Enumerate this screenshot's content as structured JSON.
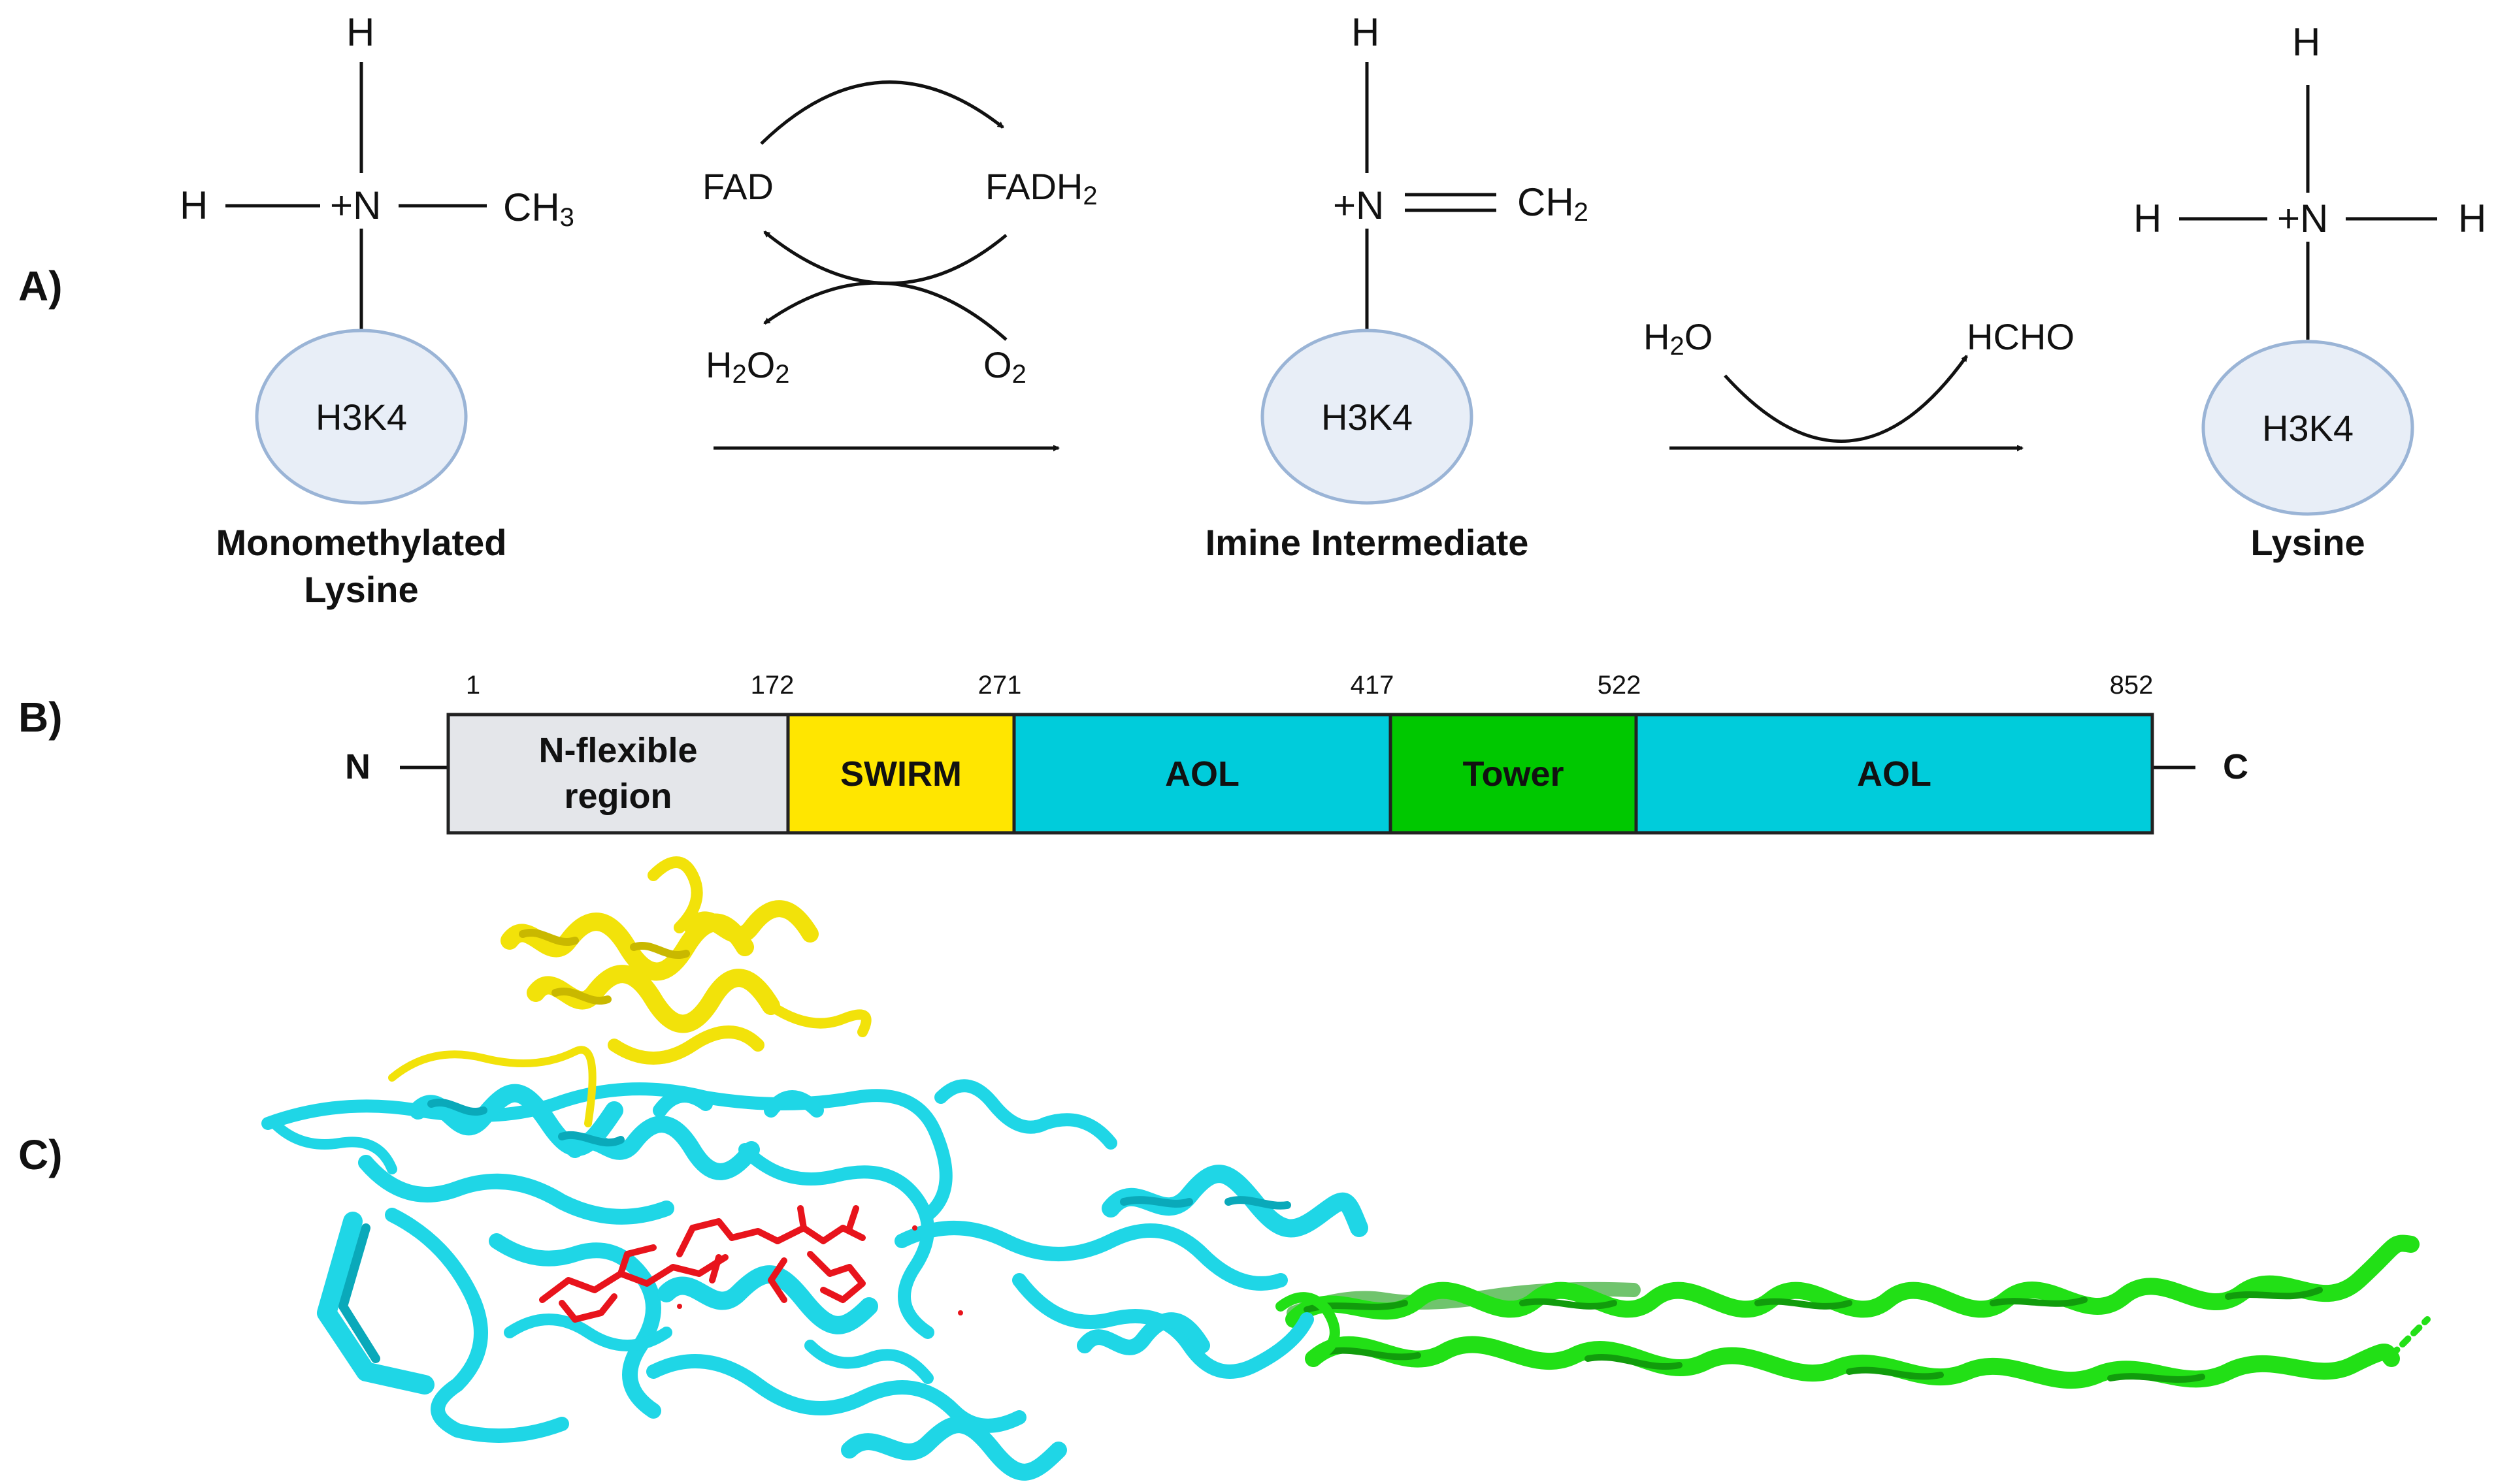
{
  "panels": {
    "a": "A)",
    "b": "B)",
    "c": "C)"
  },
  "reaction": {
    "substrate": {
      "atoms": {
        "h_top": "H",
        "h_left": "H",
        "n": "+N",
        "ch3": "CH",
        "ch3_sub": "3"
      },
      "residue": "H3K4",
      "name_line1": "Monomethylated",
      "name_line2": "Lysine"
    },
    "cofactors": {
      "fad": "FAD",
      "fadh2": "FADH",
      "fadh2_sub": "2",
      "h2o2_a": "H",
      "h2o2_sub1": "2",
      "h2o2_b": "O",
      "h2o2_sub2": "2",
      "o2": "O",
      "o2_sub": "2"
    },
    "intermediate": {
      "atoms": {
        "h_top": "H",
        "n": "+N",
        "ch2": "CH",
        "ch2_sub": "2"
      },
      "residue": "H3K4",
      "name": "Imine Intermediate"
    },
    "hydrolysis": {
      "h2o": "H",
      "h2o_sub": "2",
      "h2o_o": "O",
      "hcho": "HCHO"
    },
    "product": {
      "atoms": {
        "h_top": "H",
        "h_left": "H",
        "n": "+N",
        "h_right": "H"
      },
      "residue": "H3K4",
      "name": "Lysine"
    }
  },
  "domain_map": {
    "n_term": "N",
    "c_term": "C",
    "positions": [
      "1",
      "172",
      "271",
      "417",
      "522",
      "852"
    ],
    "domains": [
      {
        "name_line1": "N-flexible",
        "name_line2": "region",
        "color": "#e4e6ea"
      },
      {
        "name": "SWIRM",
        "color": "#ffe600"
      },
      {
        "name": "AOL",
        "color": "#00ccdb"
      },
      {
        "name": "Tower",
        "color": "#00c800"
      },
      {
        "name": "AOL",
        "color": "#00ccdb"
      }
    ]
  },
  "structure": {
    "colors": {
      "swirm": "#f2e20a",
      "aol": "#1fd6e6",
      "tower": "#22e016",
      "fad_ligand": "#e8141c"
    }
  }
}
